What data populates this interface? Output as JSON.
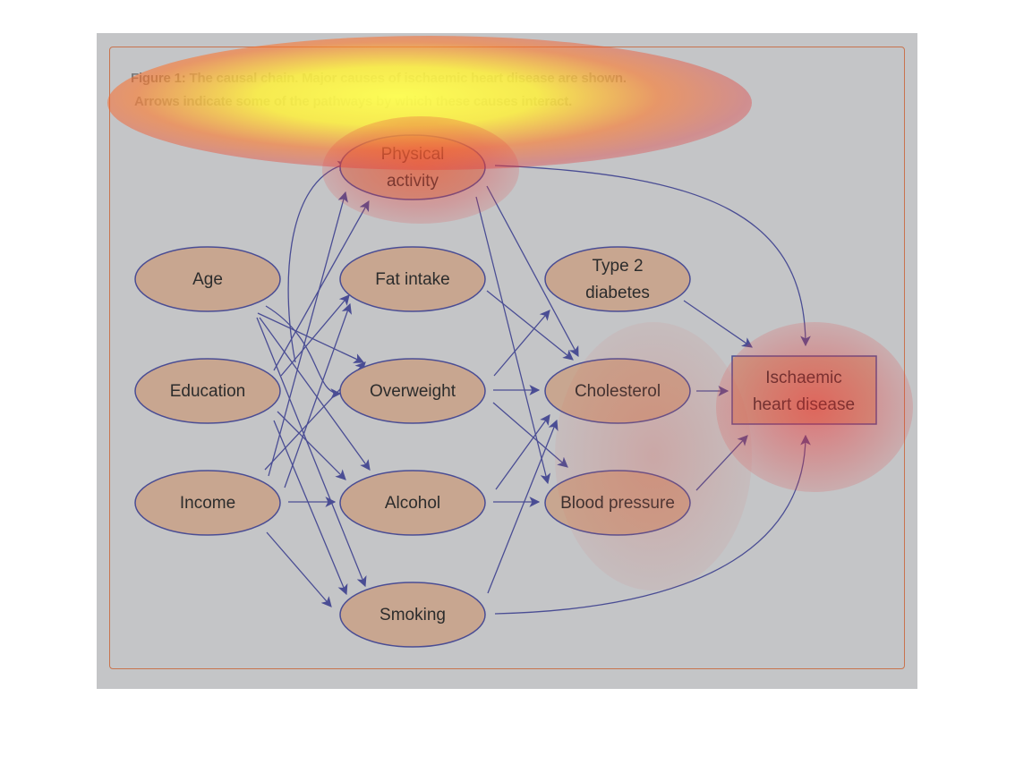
{
  "caption": {
    "figure_label": "Figure 1:",
    "text_line1": "The causal chain. Major causes of ischaemic heart disease are shown.",
    "text_line2": "Arrows indicate some of the pathways by which these causes interact."
  },
  "nodes": {
    "age": "Age",
    "education": "Education",
    "income": "Income",
    "physical_activity_1": "Physical",
    "physical_activity_2": "activity",
    "fat_intake": "Fat intake",
    "overweight": "Overweight",
    "alcohol": "Alcohol",
    "smoking": "Smoking",
    "type2_diabetes_1": "Type 2",
    "type2_diabetes_2": "diabetes",
    "cholesterol": "Cholesterol",
    "blood_pressure": "Blood pressure",
    "ihd_1": "Ischaemic",
    "ihd_2": "heart disease"
  },
  "colors": {
    "node_fill": "#c8a690",
    "node_stroke": "#4a4d94",
    "arrow": "#4a4d94",
    "frame": "#c8744e",
    "background": "#c4c5c7"
  }
}
